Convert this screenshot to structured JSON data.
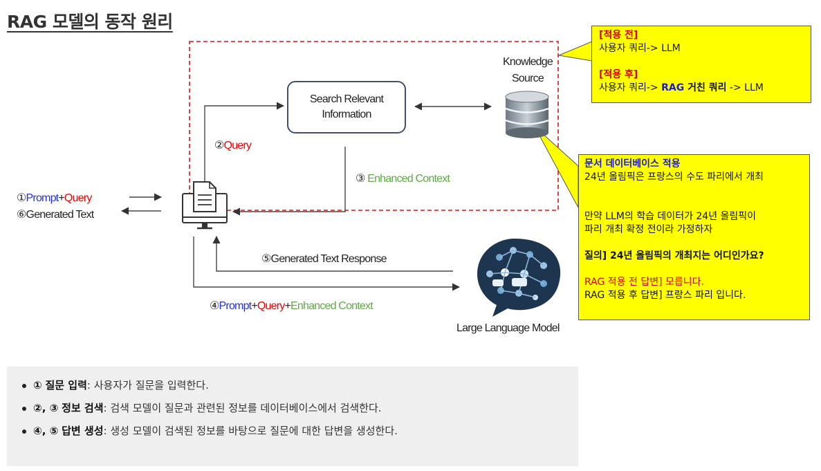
{
  "title": "RAG 모델의 동작 원리",
  "diagram": {
    "search_box": {
      "line1": "Search Relevant",
      "line2": "Information"
    },
    "knowledge_source": {
      "line1": "Knowledge",
      "line2": "Source"
    },
    "llm_label": "Large Language Model",
    "query_label": {
      "num": "②",
      "text": "Query"
    },
    "enhanced_label": {
      "num": "③",
      "text": "Enhanced Context"
    },
    "input_label": {
      "num": "①",
      "prompt": "Prompt",
      "plus": "+",
      "query": "Query"
    },
    "output_label": {
      "num": "⑥",
      "text": "Generated Text"
    },
    "response_label": {
      "num": "⑤",
      "text": "Generated Text Response"
    },
    "combined_label": {
      "num": "④",
      "prompt": "Prompt",
      "plus1": "+",
      "query": "Query",
      "plus2": "+",
      "context": "Enhanced Context"
    }
  },
  "note_top": {
    "before_head": "[적용 전]",
    "before_text": "사용자 쿼리-> LLM",
    "after_head": "[적용 후]",
    "after_prefix": "사용자 쿼리-> ",
    "after_rag": "RAG",
    "after_mid": " 거친 쿼리",
    "after_suffix": " -> LLM"
  },
  "note_bottom": {
    "head": "문서 데이터베이스 적용",
    "line1": "24년 올림픽은 프랑스의 수도 파리에서 개최",
    "line2": "만약 LLM의 학습 데이터가 24년 올림픽이",
    "line3": "파리 개최 확정 전이라 가정하자",
    "question": "질의] 24년 올림픽의 개최지는 어디인가요?",
    "answer_before": "RAG 적용 전 답변] 모릅니다.",
    "answer_after": "RAG 적용 후 답변] 프랑스 파리 입니다."
  },
  "summary": [
    {
      "nums": "①",
      "head": "질문 입력",
      "text": ": 사용자가 질문을 입력한다."
    },
    {
      "nums": "②, ③",
      "head": "정보 검색",
      "text": ": 검색 모델이 질문과 관련된 정보를 데이터베이스에서 검색한다."
    },
    {
      "nums": "④, ⑤",
      "head": "답변 생성",
      "text": ": 생성 모델이 검색된 정보를 바탕으로 질문에 대한 답변을 생성한다."
    }
  ]
}
